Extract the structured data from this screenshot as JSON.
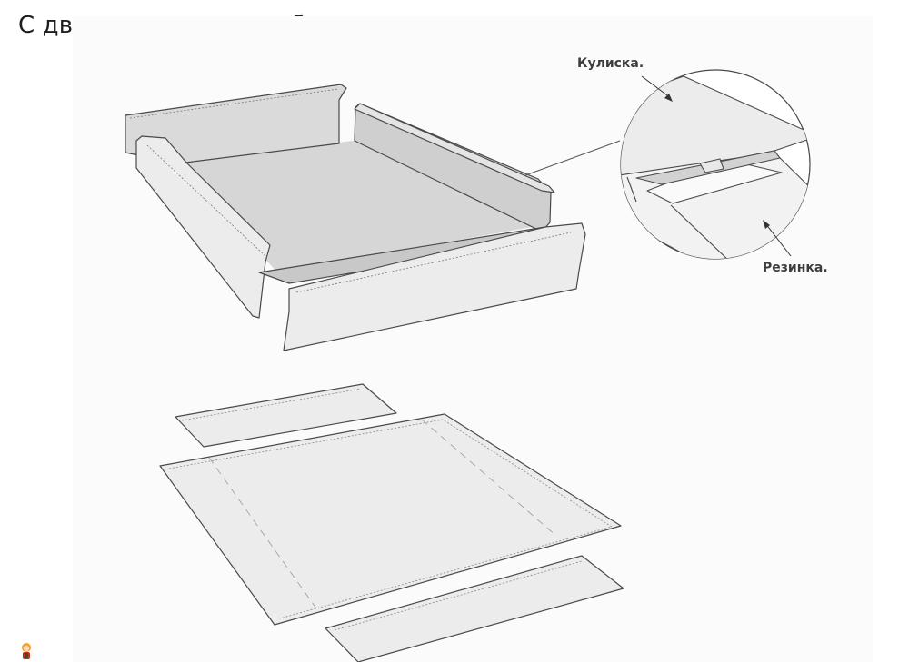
{
  "title": "С двумя притачными боковинами",
  "labels": {
    "drawstring": "Кулиска.",
    "elastic": "Резинка."
  },
  "colors": {
    "outline": "#4a4a4a",
    "fabric_light": "#ececec",
    "fabric_mid": "#dcdcdc",
    "fabric_dark": "#cfcfcf",
    "inner": "#d7d7d7"
  },
  "icons": [
    "character-logo-icon"
  ]
}
